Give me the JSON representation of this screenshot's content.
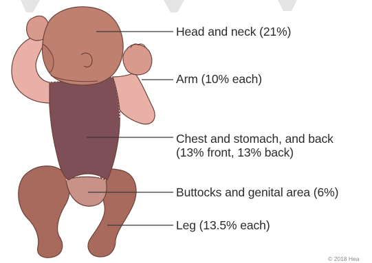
{
  "labels": {
    "head": "Head and neck (21%)",
    "arm": "Arm (10% each)",
    "chest_line1": "Chest and stomach, and back",
    "chest_line2": "(13% front, 13% back)",
    "buttocks": "Buttocks and genital area (6%)",
    "leg": "Leg (13.5% each)"
  },
  "copyright": "© 2018 Hea",
  "colors": {
    "skin": "#b97a6a",
    "head": "#c08070",
    "arm_highlight": "#e8b0a6",
    "torso": "#7e4f56",
    "buttocks": "#c99288",
    "leg": "#a86a5c",
    "outline": "#6b4038",
    "leader": "#3a3a3a"
  }
}
